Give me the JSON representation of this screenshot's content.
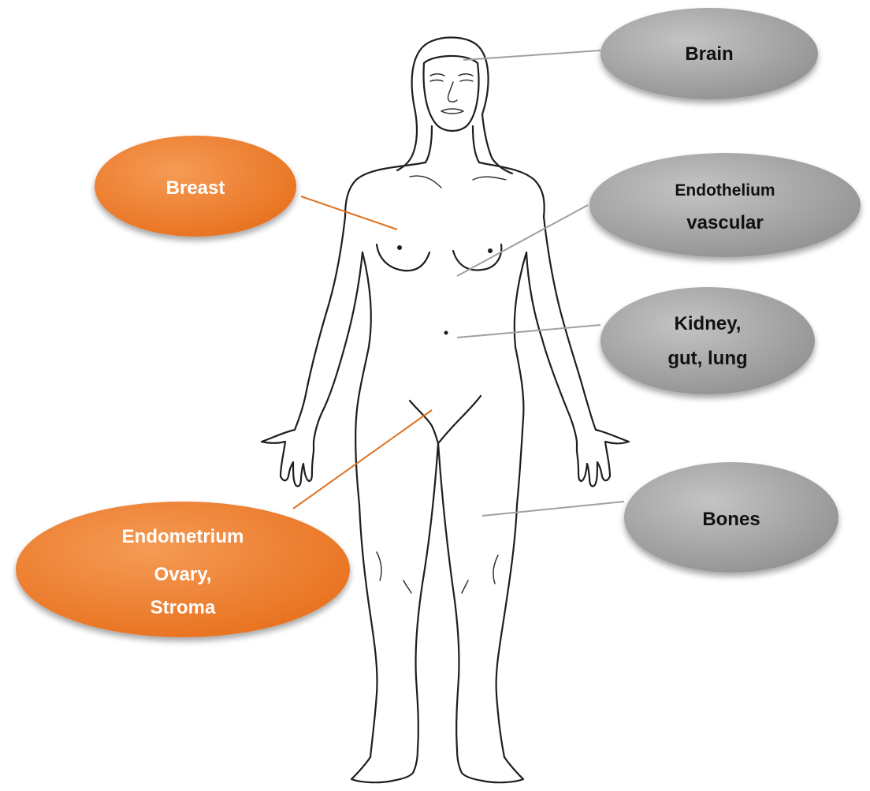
{
  "colors": {
    "orange": "#ee7a2e",
    "orange_light": "#f39a55",
    "gray": "#9d9d9d",
    "gray_light": "#bdbdbd",
    "orange_line": "#e07020",
    "gray_line": "#a0a0a0"
  },
  "labels": {
    "brain": "Brain",
    "breast": "Breast",
    "endothelium_line1": "Endothelium",
    "endothelium_line2": "vascular",
    "kidney_line1": "Kidney,",
    "kidney_line2": "gut, lung",
    "bones": "Bones",
    "endometrium_line1": "Endometrium",
    "endometrium_line2": "Ovary,",
    "endometrium_line3": "Stroma"
  }
}
